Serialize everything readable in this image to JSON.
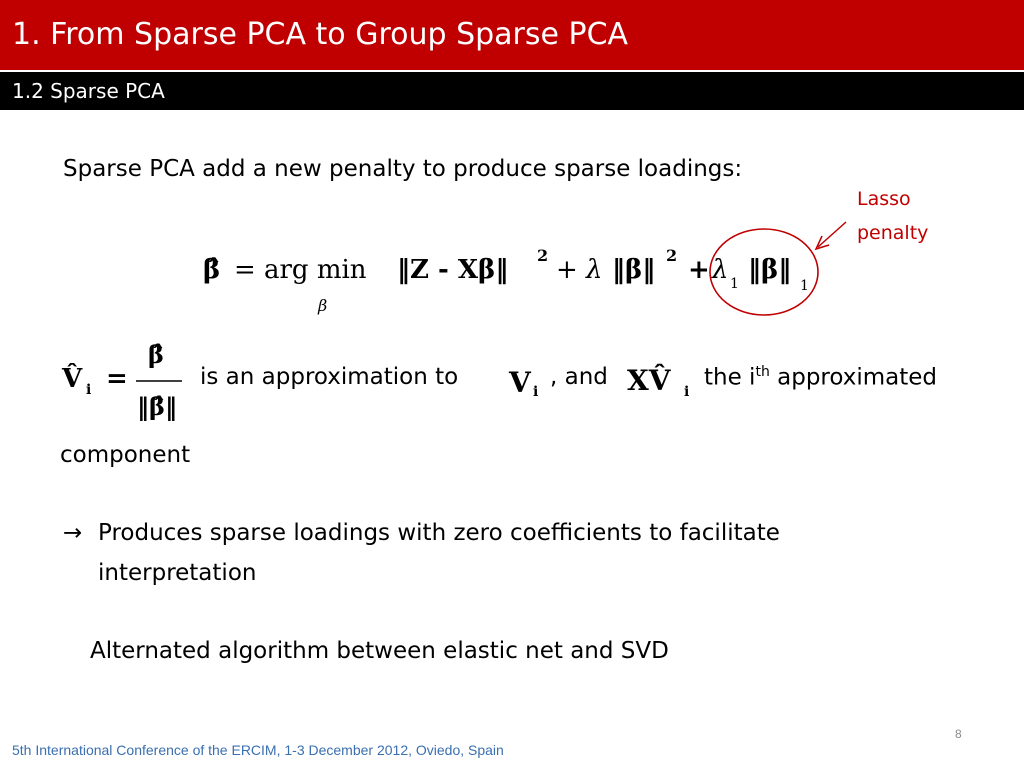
{
  "slide": {
    "title": "1. From Sparse PCA to Group Sparse PCA",
    "subtitle": "1.2 Sparse PCA",
    "intro": "Sparse PCA add a new penalty to produce sparse loadings:",
    "annotation_line1": "Lasso",
    "annotation_line2": "penalty",
    "formula": {
      "lhs": "β̂",
      "eq": "=",
      "op": "arg min",
      "sub": "β",
      "term1": "‖Z - Xβ‖",
      "pow1": "2",
      "plus1": "+",
      "lambda": "λ",
      "term2": "‖β‖",
      "pow2": "2",
      "plus2": "+",
      "lambda1": "λ",
      "lambda1_sub": "1",
      "term3": "‖β‖",
      "norm_sub": "1"
    },
    "vhat": {
      "lhs": "V̂",
      "lhs_sub": "i",
      "eq": "=",
      "num": "β̂",
      "den": "‖β̂‖"
    },
    "approx_text": "is an approximation to",
    "v": "V",
    "v_sub": "i",
    "and_text": ", and",
    "xv": "XV̂",
    "xv_sub": "i",
    "the_i": "the i",
    "th": "th",
    "approximated": " approximated",
    "component": "component",
    "arrow_glyph": "→",
    "bullet_line1": "Produces sparse loadings with zero coefficients to facilitate",
    "bullet_line2": "interpretation",
    "algorithm": "Alternated algorithm between elastic net and SVD",
    "page_number": "8",
    "footer": "5th International Conference of the ERCIM, 1-3 December 2012, Oviedo, Spain"
  },
  "colors": {
    "title_bg": "#c00000",
    "subtitle_bg": "#000000",
    "annotation": "#c00000",
    "footer": "#3a6fb0"
  }
}
